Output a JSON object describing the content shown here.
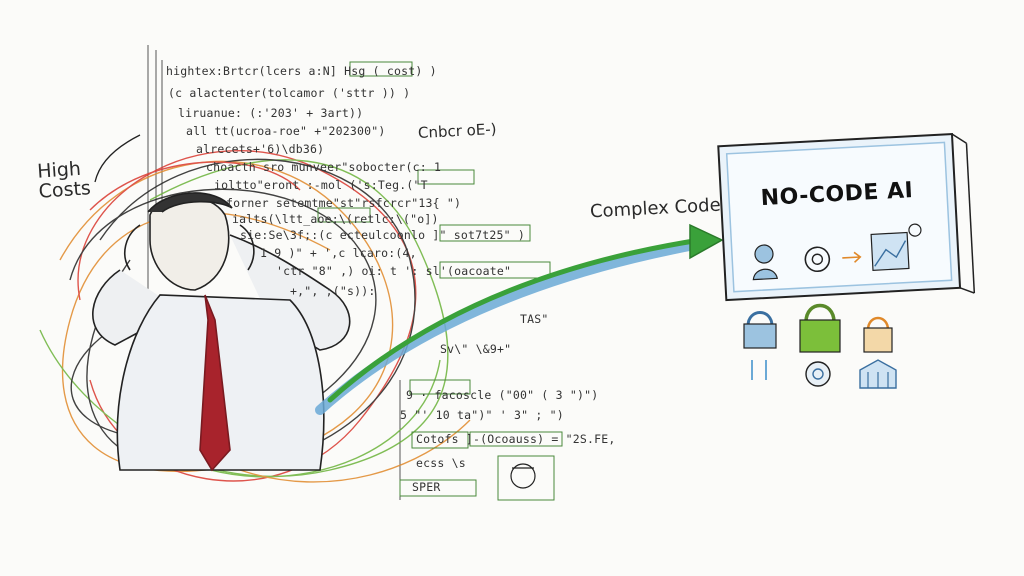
{
  "labels": {
    "high_costs": "High Costs",
    "complex_code": "Complex Code",
    "handwritten_scribble": "Cnbcr oE-)"
  },
  "panel": {
    "title": "NO-CODE AI"
  },
  "code_lines": [
    "hightex:Brtcr(lcers a:N] Hsg ( cost) )",
    "(c  alactenter(tolcamor ('sttr )) )",
    "liruanue: (:'203' + 3art))",
    "all tt(ucroa-roe\" +\"202300\")",
    "alrecets+'6)\\db36)",
    "choacth  sro munveer\"sobocter(c: 1",
    "ioltto\"eront :-mol ('s:Teg.(\"T",
    "forner setemtme\"st\"rsfcrcr\"13{ \")",
    "ialts(\\ltt_aoe:\\(retlc:\\(\"o])",
    "sie:Se\\3f;:(c ecteulcoonlo ]\" sot7t25\" )",
    "1 9  )\" + ',c lcaro:(4,",
    "'ctr \"8\" ,) oi: t  ': sl'(oacoate\"",
    "+,\", ;(\"s)):",
    "TAS\"",
    "Sv\\\"   \\&9+\"",
    "9   ·  facoscle (\"00\"  ( 3 \")\")",
    "5 \"' 10 ta\")\" ' 3\" ; \")",
    "Cotofs  ]-(Ocoauss) = \"2S.FE,",
    "ecss \\s",
    "SPER"
  ],
  "colors": {
    "arrow_green": "#3aa13a",
    "arrow_blue": "#6aa9d6",
    "tie_red": "#a8232c",
    "panel_blue": "#9cc3e0",
    "lock_green": "#7cbf3a",
    "scribble_orange": "#e0892a",
    "scribble_red": "#d9382e",
    "scribble_green": "#6bb33a"
  },
  "icons": [
    "user-icon",
    "at-icon",
    "arrow-icon",
    "chart-icon",
    "lock-icon",
    "lock-icon",
    "lock-icon",
    "target-icon",
    "building-icon"
  ]
}
